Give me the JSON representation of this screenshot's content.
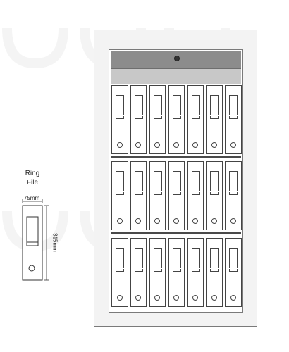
{
  "legend": {
    "title_line1": "Ring",
    "title_line2": "File",
    "width_label": "75mm",
    "height_label": "315mm"
  },
  "cabinet": {
    "rows": 3,
    "binders_per_row": 7,
    "colors": {
      "frame": "#f3f3f3",
      "outline": "#7a7a7a",
      "lock_strip": "#8c8c8c",
      "gap_strip": "#c8c8c8",
      "shelf": "#4a4a4a"
    }
  },
  "watermark_text": "UUI"
}
